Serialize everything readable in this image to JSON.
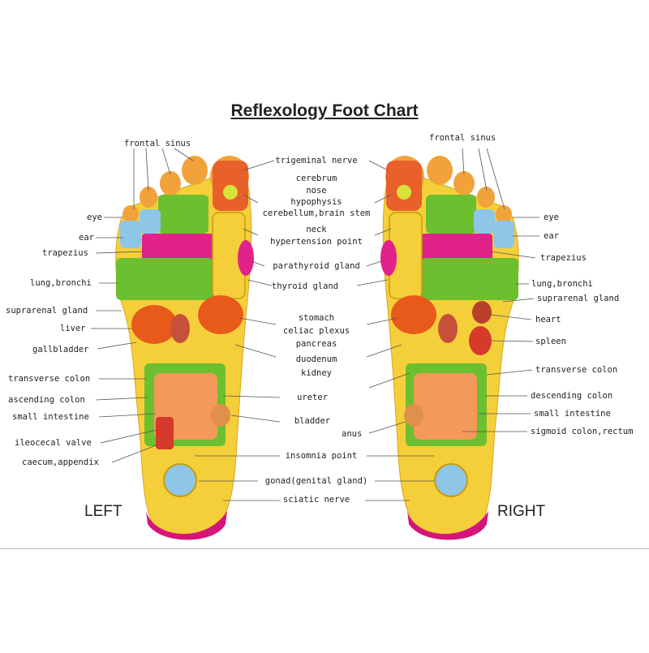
{
  "title": "Reflexology Foot Chart",
  "side_labels": {
    "left": "LEFT",
    "right": "RIGHT"
  },
  "left_labels": {
    "frontal_sinus": "frontal sinus",
    "eye": "eye",
    "ear": "ear",
    "trapezius": "trapezius",
    "lung_bronchi": "lung,bronchi",
    "suprarenal_gland": "suprarenal gland",
    "liver": "liver",
    "gallbladder": "gallbladder",
    "transverse_colon": "transverse colon",
    "ascending_colon": "ascending colon",
    "small_intestine": "small intestine",
    "ileocecal_valve": "ileocecal valve",
    "caecum_appendix": "caecum,appendix"
  },
  "center_labels": {
    "trigeminal_nerve": "trigeminal nerve",
    "cerebrum": "cerebrum",
    "nose": "nose",
    "hypophysis": "hypophysis",
    "cerebellum": "cerebellum,brain stem",
    "neck": "neck",
    "hypertension_point": "hypertension point",
    "parathyroid_gland": "parathyroid gland",
    "thyroid_gland": "thyroid gland",
    "stomach": "stomach",
    "celiac_plexus": "celiac plexus",
    "pancreas": "pancreas",
    "duodenum": "duodenum",
    "kidney": "kidney",
    "ureter": "ureter",
    "bladder": "bladder",
    "anus": "anus",
    "insomnia_point": "insomnia point",
    "gonad": "gonad(genital gland)",
    "sciatic_nerve": "sciatic nerve"
  },
  "right_labels": {
    "frontal_sinus": "frontal sinus",
    "eye": "eye",
    "ear": "ear",
    "trapezius": "trapezius",
    "lung_bronchi": "lung,bronchi",
    "suprarenal_gland": "suprarenal gland",
    "heart": "heart",
    "spleen": "spleen",
    "transverse_colon": "transverse colon",
    "descending_colon": "descending colon",
    "small_intestine": "small intestine",
    "sigmoid_colon_rectum": "sigmoid colon,rectum"
  },
  "colors": {
    "foot_base": "#f5cf3a",
    "toe": "#f2a23a",
    "brain": "#e8602a",
    "eye_ear": "#8ec6e8",
    "trapezius": "#e0228a",
    "lung": "#6cbf2e",
    "digestive": "#e85a1a",
    "intestine": "#f39a5a",
    "heel": "#d6157a"
  }
}
